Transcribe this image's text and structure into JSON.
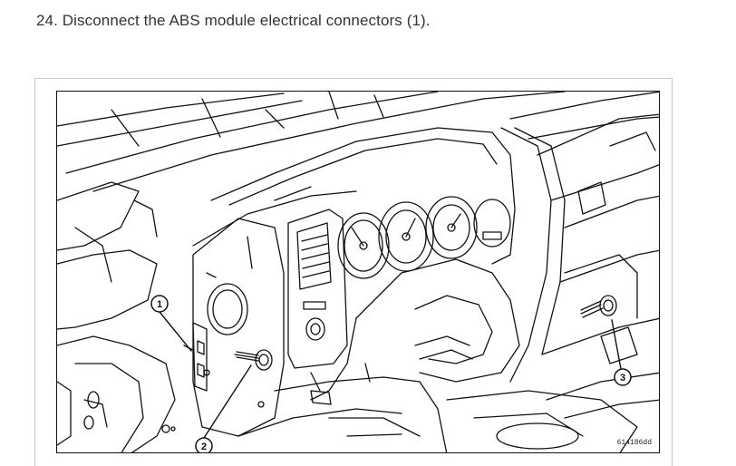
{
  "step": {
    "text": "24. Disconnect the ABS module electrical connectors (1)."
  },
  "figure": {
    "id": "614186dd",
    "callouts": [
      "1",
      "2",
      "3"
    ]
  },
  "colors": {
    "text": "#333333",
    "line": "#111111",
    "frame": "#c8c8c8"
  }
}
